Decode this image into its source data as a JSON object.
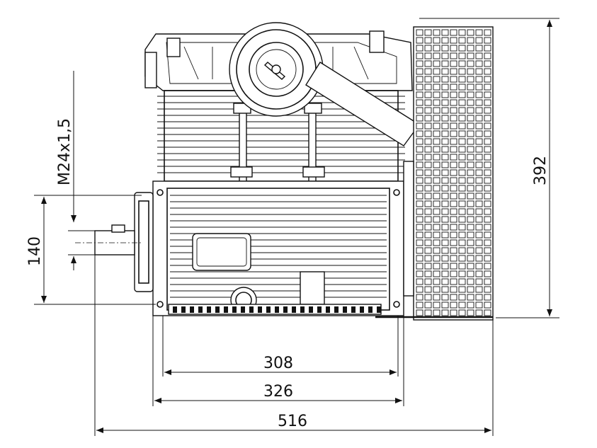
{
  "dimensions": {
    "thread": "M24x1,5",
    "shaft_height": "140",
    "total_height": "392",
    "inner_width": "308",
    "base_width": "326",
    "total_width": "516"
  }
}
